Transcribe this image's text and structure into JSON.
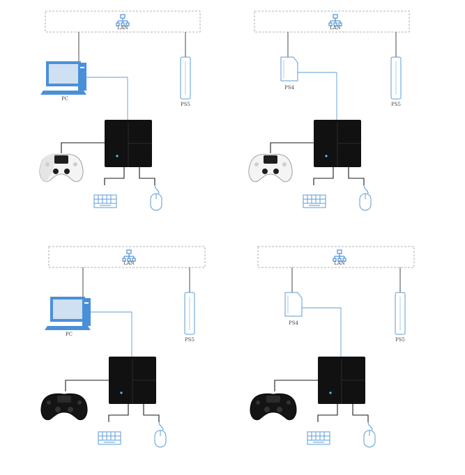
{
  "colors": {
    "lan_box_border": "#9a9a9a",
    "connector_blue": "#5b9bd5",
    "connector_black": "#1a1a1a",
    "device_blue": "#4a90d9",
    "adapter_fill": "#111111",
    "led": "#4fc3f7"
  },
  "panels": [
    {
      "lan_label": "LAN",
      "source_label": "PC",
      "console_label": "PS5",
      "source_type": "pc",
      "controller_type": "ps5-dualsense",
      "icons": [
        "network-icon",
        "pc-icon",
        "ps5-console-icon",
        "adapter-box",
        "dualsense-controller-icon",
        "keyboard-icon",
        "mouse-icon"
      ]
    },
    {
      "lan_label": "LAN",
      "source_label": "PS4",
      "console_label": "PS5",
      "source_type": "ps4",
      "controller_type": "ps5-dualsense",
      "icons": [
        "network-icon",
        "ps4-console-icon",
        "ps5-console-icon",
        "adapter-box",
        "dualsense-controller-icon",
        "keyboard-icon",
        "mouse-icon"
      ]
    },
    {
      "lan_label": "LAN",
      "source_label": "PC",
      "console_label": "PS5",
      "source_type": "pc",
      "controller_type": "ps4-dualshock",
      "icons": [
        "network-icon",
        "pc-icon",
        "ps5-console-icon",
        "adapter-box",
        "dualshock-controller-icon",
        "keyboard-icon",
        "mouse-icon"
      ]
    },
    {
      "lan_label": "LAN",
      "source_label": "PS4",
      "console_label": "PS5",
      "source_type": "ps4",
      "controller_type": "ps4-dualshock",
      "icons": [
        "network-icon",
        "ps4-console-icon",
        "ps5-console-icon",
        "adapter-box",
        "dualshock-controller-icon",
        "keyboard-icon",
        "mouse-icon"
      ]
    }
  ]
}
